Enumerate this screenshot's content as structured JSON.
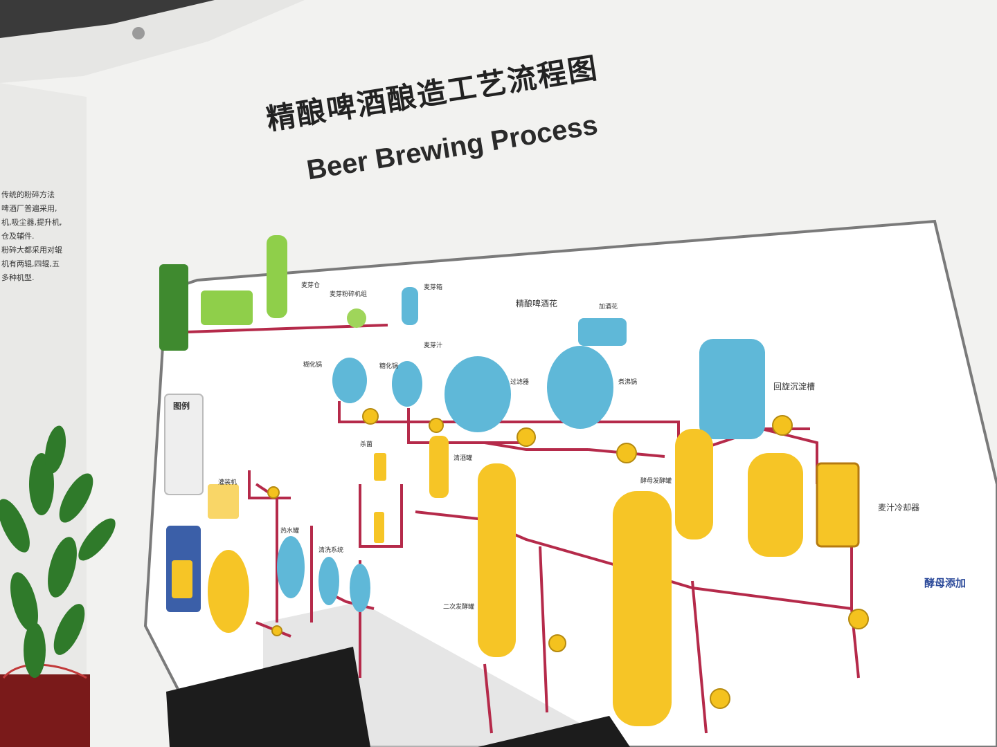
{
  "title_zh": "精酿啤酒酿造工艺流程图",
  "title_en": "Beer Brewing Process",
  "side_note_lines": [
    "传统的粉碎方法",
    "啤酒厂普遍采用,",
    "机,吸尘器,提升机,",
    "仓及辅件.",
    "粉碎大都采用对辊",
    "机有两辊,四辊,五",
    "多种机型."
  ],
  "legend_title": "图例",
  "labels": {
    "malt_hopper": "麦芽仓",
    "malt_mill": "麦芽粉碎机组",
    "malt_bin": "麦芽箱",
    "mash_tun": "糊化锅",
    "saccharification": "糖化锅",
    "lauter": "麦芽汁",
    "filter": "过滤器",
    "hop_label": "精酿啤酒花",
    "hop_dosing": "加酒花",
    "boil_kettle": "煮沸锅",
    "whirlpool": "回旋沉淀槽",
    "wort_cooler": "麦汁冷却器",
    "yeast_add": "酵母添加",
    "fermenter": "酵母发酵罐",
    "bright_tank": "清酒罐",
    "filler": "灌装机",
    "sterilizer": "杀菌",
    "cip": "清洗系统",
    "water": "热水罐",
    "second_ferment": "二次发酵罐"
  },
  "colors": {
    "wall": "#f2f2f0",
    "pipe": "#b52a4a",
    "blue_tank": "#5fb8d8",
    "yellow_tank": "#f6c526",
    "green_unit": "#8fcf4a",
    "dark_green": "#3f8a2f",
    "pump_yellow": "#f4c21e",
    "plant_green": "#2f7a2a",
    "pot_red": "#c23a3a",
    "chair_black": "#1c1c1c"
  }
}
